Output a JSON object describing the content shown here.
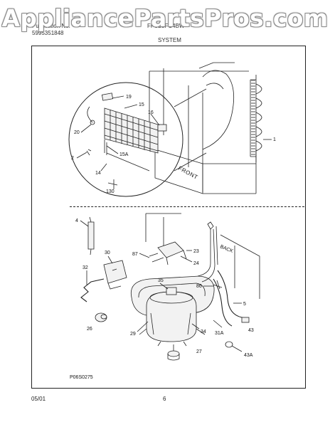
{
  "watermark": "AppliancePartsPros.com",
  "header": {
    "publication_label": "Publication No.",
    "publication_number": "5995351848",
    "model": "FFU20FC4BW",
    "section": "SYSTEM"
  },
  "parts": {
    "p1": "1",
    "p2": "2",
    "p4": "4",
    "p5": "5",
    "p14": "14",
    "p15": "15",
    "p15a": "15A",
    "p16": "16",
    "p19": "19",
    "p20": "20",
    "p23": "23",
    "p24": "24",
    "p26": "26",
    "p27": "27",
    "p29": "29",
    "p30": "30",
    "p31a": "31A",
    "p32": "32",
    "p34": "34",
    "p35": "35",
    "p43": "43",
    "p43a": "43A",
    "p86": "86",
    "p87": "87",
    "p130": "130"
  },
  "orientation": {
    "front": "FRONT",
    "back": "BACK"
  },
  "figure_code": "P06S0275",
  "footer": {
    "date": "05/01",
    "page": "6"
  }
}
